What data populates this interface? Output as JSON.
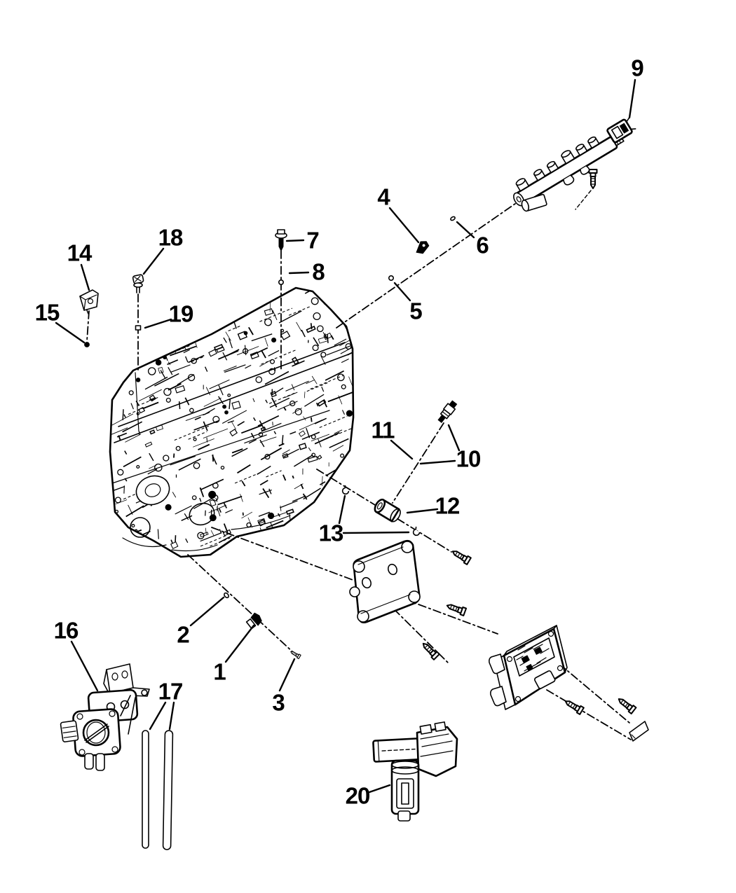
{
  "figure": {
    "type": "exploded-parts-diagram",
    "subject": "engine sensors and control module",
    "colors": {
      "ink": "#000000",
      "paper": "#ffffff"
    }
  },
  "callouts": [
    {
      "label": "1"
    },
    {
      "label": "2"
    },
    {
      "label": "3"
    },
    {
      "label": "4"
    },
    {
      "label": "5"
    },
    {
      "label": "6"
    },
    {
      "label": "7"
    },
    {
      "label": "8"
    },
    {
      "label": "9"
    },
    {
      "label": "10"
    },
    {
      "label": "11"
    },
    {
      "label": "12"
    },
    {
      "label": "13"
    },
    {
      "label": "14"
    },
    {
      "label": "15"
    },
    {
      "label": "16"
    },
    {
      "label": "17"
    },
    {
      "label": "18"
    },
    {
      "label": "19"
    },
    {
      "label": "20"
    }
  ]
}
